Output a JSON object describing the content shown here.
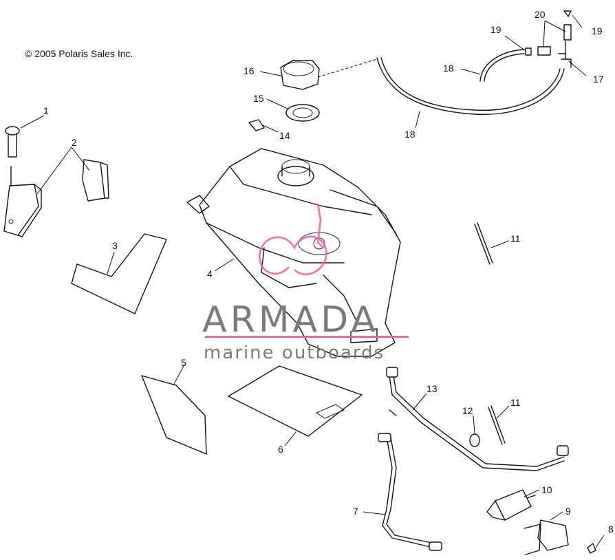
{
  "copyright": "© 2005 Polaris Sales Inc.",
  "watermark": {
    "brand": "ARMADA",
    "tagline": "marine outboards",
    "accent_color": "#e06aa8",
    "text_color": "#7a7a7a"
  },
  "callouts": [
    "1",
    "2",
    "3",
    "4",
    "5",
    "6",
    "7",
    "8",
    "9",
    "10",
    "11",
    "11",
    "12",
    "13",
    "14",
    "15",
    "16",
    "17",
    "18",
    "18",
    "19",
    "19",
    "20"
  ]
}
